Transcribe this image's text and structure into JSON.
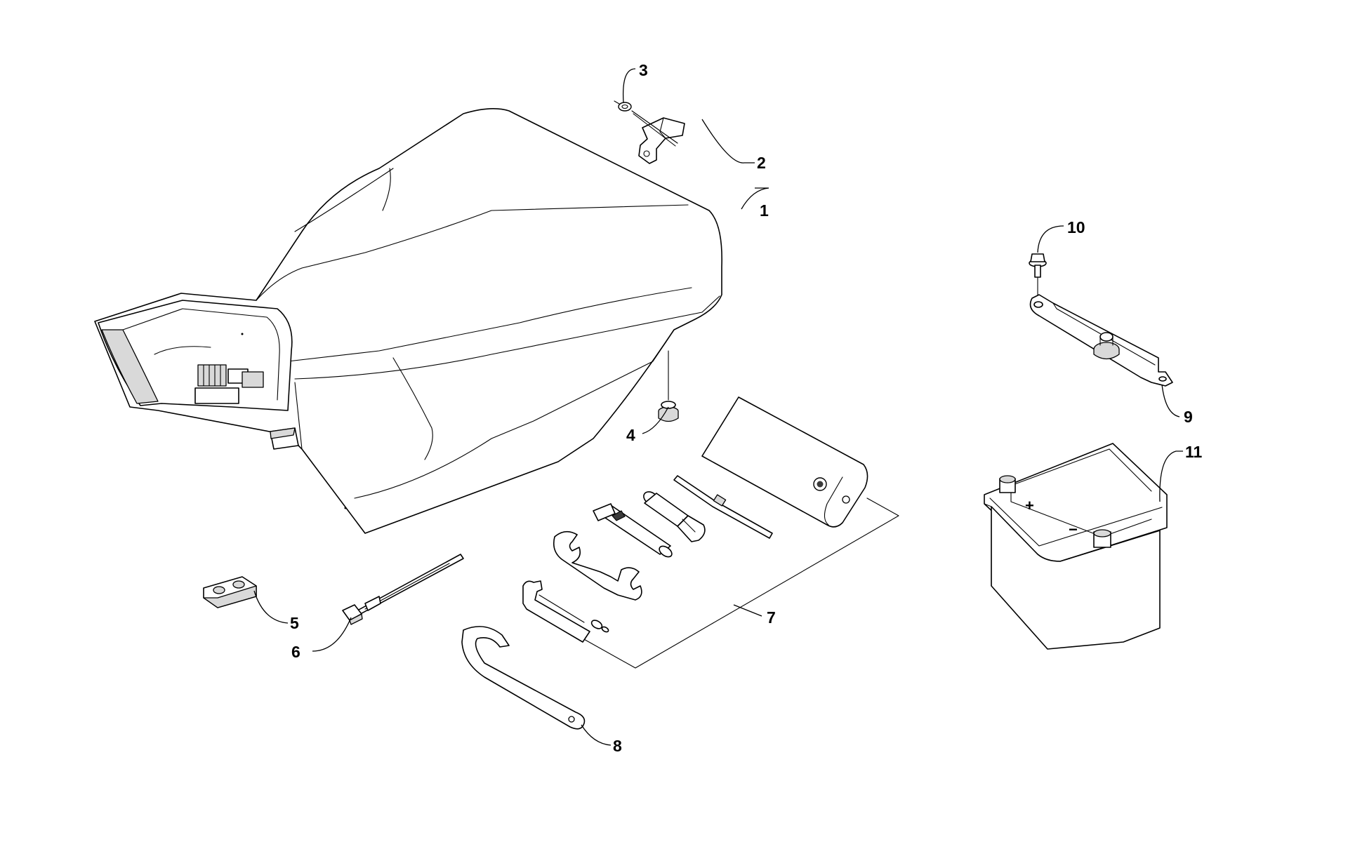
{
  "diagram": {
    "kind": "exploded-parts-view",
    "line_color": "#000000",
    "background": "#ffffff"
  },
  "callouts": [
    {
      "id": "c1",
      "label": "1"
    },
    {
      "id": "c2",
      "label": "2"
    },
    {
      "id": "c3",
      "label": "3"
    },
    {
      "id": "c4",
      "label": "4"
    },
    {
      "id": "c5",
      "label": "5"
    },
    {
      "id": "c6",
      "label": "6"
    },
    {
      "id": "c7",
      "label": "7"
    },
    {
      "id": "c8",
      "label": "8"
    },
    {
      "id": "c9",
      "label": "9"
    },
    {
      "id": "c10",
      "label": "10"
    },
    {
      "id": "c11",
      "label": "11"
    }
  ],
  "battery_marks": {
    "plus": "+",
    "minus": "−"
  }
}
